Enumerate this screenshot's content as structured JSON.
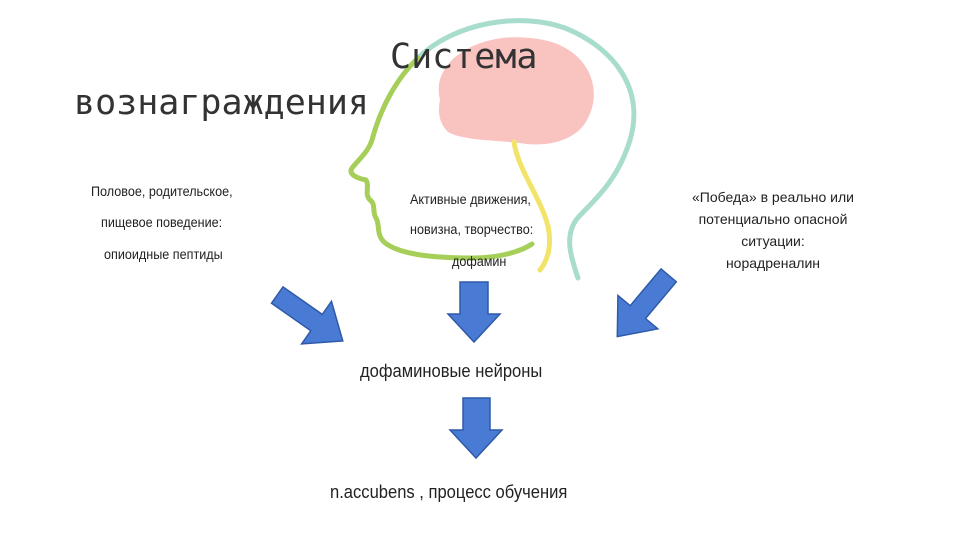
{
  "title": {
    "line1": "Система",
    "line2": "вознаграждения"
  },
  "left_factor": {
    "line1": "Половое, родительское,",
    "line2": "пищевое поведение:",
    "line3": "опиоидные пептиды"
  },
  "center_factor": {
    "line1": "Активные движения,",
    "line2": "новизна, творчество:",
    "line3": "дофамин"
  },
  "right_factor": {
    "line1": "«Победа» в реально или",
    "line2": "потенциально опасной",
    "line3": "ситуации:",
    "line4": "норадреналин"
  },
  "middle_node": "дофаминовые нейроны",
  "bottom_node": "n.accubens , процесс обучения",
  "colors": {
    "arrow_fill": "#4a7bd4",
    "arrow_stroke": "#2e5aa8",
    "brain": "#f9c4c0",
    "head_back": "#a8dccd",
    "face": "#a6cf5a",
    "neck": "#f2e46a"
  }
}
